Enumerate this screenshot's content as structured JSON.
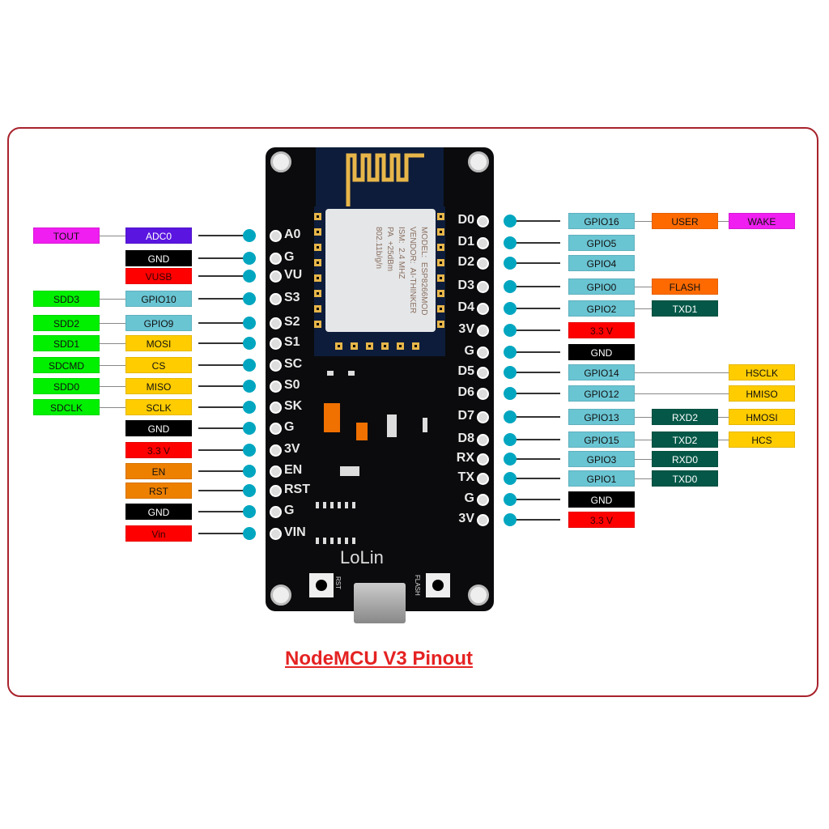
{
  "title": "NodeMCU V3 Pinout",
  "board": {
    "brand": "LoLin",
    "rst_label": "RST",
    "flash_label": "FLASH",
    "module_text": "MODEL:  ESP8266MOD\nVENDOR:  AI-THINKER\nISM:  2.4 MHZ\nPA  +25dBm\n802.11b/g/n",
    "left_pins": [
      "A0",
      "G",
      "VU",
      "S3",
      "S2",
      "S1",
      "SC",
      "S0",
      "SK",
      "G",
      "3V",
      "EN",
      "RST",
      "G",
      "VIN"
    ],
    "right_pins": [
      "D0",
      "D1",
      "D2",
      "D3",
      "D4",
      "3V",
      "G",
      "D5",
      "D6",
      "D7",
      "D8",
      "RX",
      "TX",
      "G",
      "3V"
    ]
  },
  "colors": {
    "teal": "#6ac5d3",
    "magenta": "#f01ef0",
    "purple": "#5a16e0",
    "green": "#00f000",
    "yellow": "#ffcc00",
    "red": "#ff0000",
    "orange": "#ee8000",
    "orange2": "#ff6a00",
    "darkgreen": "#055848",
    "black": "#000000",
    "frame": "#a8222c",
    "dot": "#00a6c0"
  },
  "left_rows": [
    {
      "main": {
        "text": "ADC0",
        "color": "purple"
      },
      "extra": {
        "text": "TOUT",
        "color": "magenta"
      }
    },
    {
      "main": {
        "text": "GND",
        "color": "black"
      }
    },
    {
      "main": {
        "text": "VUSB",
        "color": "red"
      }
    },
    {
      "main": {
        "text": "GPIO10",
        "color": "teal"
      },
      "extra": {
        "text": "SDD3",
        "color": "green"
      }
    },
    {
      "main": {
        "text": "GPIO9",
        "color": "teal"
      },
      "extra": {
        "text": "SDD2",
        "color": "green"
      }
    },
    {
      "main": {
        "text": "MOSI",
        "color": "yellow"
      },
      "extra": {
        "text": "SDD1",
        "color": "green"
      }
    },
    {
      "main": {
        "text": "CS",
        "color": "yellow"
      },
      "extra": {
        "text": "SDCMD",
        "color": "green"
      }
    },
    {
      "main": {
        "text": "MISO",
        "color": "yellow"
      },
      "extra": {
        "text": "SDD0",
        "color": "green"
      }
    },
    {
      "main": {
        "text": "SCLK",
        "color": "yellow"
      },
      "extra": {
        "text": "SDCLK",
        "color": "green"
      }
    },
    {
      "main": {
        "text": "GND",
        "color": "black"
      }
    },
    {
      "main": {
        "text": "3.3 V",
        "color": "red"
      }
    },
    {
      "main": {
        "text": "EN",
        "color": "orange"
      }
    },
    {
      "main": {
        "text": "RST",
        "color": "orange"
      }
    },
    {
      "main": {
        "text": "GND",
        "color": "black"
      }
    },
    {
      "main": {
        "text": "Vin",
        "color": "red"
      }
    }
  ],
  "right_rows": [
    {
      "main": {
        "text": "GPIO16",
        "color": "teal"
      },
      "c2": {
        "text": "USER",
        "color": "orange2"
      },
      "c3": {
        "text": "WAKE",
        "color": "magenta"
      }
    },
    {
      "main": {
        "text": "GPIO5",
        "color": "teal"
      }
    },
    {
      "main": {
        "text": "GPIO4",
        "color": "teal"
      }
    },
    {
      "main": {
        "text": "GPIO0",
        "color": "teal"
      },
      "c2": {
        "text": "FLASH",
        "color": "orange2"
      }
    },
    {
      "main": {
        "text": "GPIO2",
        "color": "teal"
      },
      "c2": {
        "text": "TXD1",
        "color": "darkgreen"
      }
    },
    {
      "main": {
        "text": "3.3 V",
        "color": "red"
      }
    },
    {
      "main": {
        "text": "GND",
        "color": "black"
      }
    },
    {
      "main": {
        "text": "GPIO14",
        "color": "teal"
      },
      "c3": {
        "text": "HSCLK",
        "color": "yellow"
      }
    },
    {
      "main": {
        "text": "GPIO12",
        "color": "teal"
      },
      "c3": {
        "text": "HMISO",
        "color": "yellow"
      }
    },
    {
      "main": {
        "text": "GPIO13",
        "color": "teal"
      },
      "c2": {
        "text": "RXD2",
        "color": "darkgreen"
      },
      "c3": {
        "text": "HMOSI",
        "color": "yellow"
      }
    },
    {
      "main": {
        "text": "GPIO15",
        "color": "teal"
      },
      "c2": {
        "text": "TXD2",
        "color": "darkgreen"
      },
      "c3": {
        "text": "HCS",
        "color": "yellow"
      }
    },
    {
      "main": {
        "text": "GPIO3",
        "color": "teal"
      },
      "c2": {
        "text": "RXD0",
        "color": "darkgreen"
      }
    },
    {
      "main": {
        "text": "GPIO1",
        "color": "teal"
      },
      "c2": {
        "text": "TXD0",
        "color": "darkgreen"
      }
    },
    {
      "main": {
        "text": "GND",
        "color": "black"
      }
    },
    {
      "main": {
        "text": "3.3 V",
        "color": "red"
      }
    }
  ]
}
